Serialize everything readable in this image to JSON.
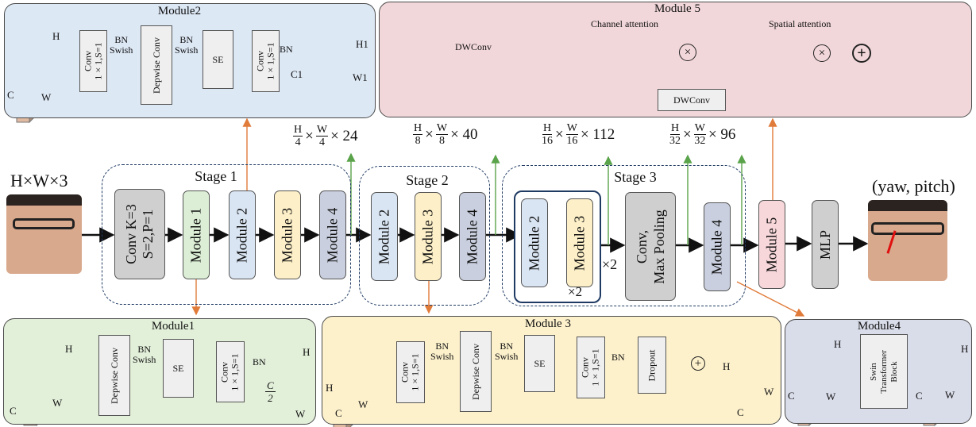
{
  "input_label": "H×W×3",
  "output_label": "(yaw, pitch)",
  "stem": {
    "line1": "Conv K=3",
    "line2": "S=2,P=1"
  },
  "stages": [
    {
      "title": "Stage 1",
      "modules": [
        "Module 1",
        "Module 2",
        "Module 3",
        "Module 4"
      ]
    },
    {
      "title": "Stage 2",
      "modules": [
        "Module 2",
        "Module 3",
        "Module 4"
      ]
    },
    {
      "title": "Stage 3",
      "inner": [
        "Module 2",
        "Module 3"
      ],
      "inner_repeat": "×2",
      "outer_repeat": "×2",
      "pool": {
        "line1": "Conv,",
        "line2": "Max Pooling"
      },
      "last": "Module 4"
    }
  ],
  "module5_label": "Module 5",
  "mlp_label": "MLP",
  "dims": [
    {
      "num1": "H",
      "den1": "4",
      "num2": "W",
      "den2": "4",
      "ch": "24"
    },
    {
      "num1": "H",
      "den1": "8",
      "num2": "W",
      "den2": "8",
      "ch": "40"
    },
    {
      "num1": "H",
      "den1": "16",
      "num2": "W",
      "den2": "16",
      "ch": "112"
    },
    {
      "num1": "H",
      "den1": "32",
      "num2": "W",
      "den2": "32",
      "ch": "96"
    }
  ],
  "times": "×",
  "panel_m2": {
    "title": "Module2",
    "conv1": "Conv\n1 × 1,S=1",
    "bn_swish1": "BN\nSwish",
    "depwise": "Depwise Conv",
    "bn_swish2": "BN\nSwish",
    "se": "SE",
    "conv2": "Conv\n1 × 1,S=1",
    "bn": "BN",
    "in_h": "H",
    "in_c": "C",
    "in_w": "W",
    "out_h": "H1",
    "out_c": "C1",
    "out_w": "W1"
  },
  "panel_m5": {
    "title": "Module  5",
    "dwconv": "DWConv",
    "channel_att": "Channel attention",
    "spatial_att": "Spatial attention",
    "dwconv_bottom": "DWConv",
    "mul": "×",
    "add": "+"
  },
  "panel_m1": {
    "title": "Module1",
    "depwise": "Depwise Conv",
    "bn_swish": "BN\nSwish",
    "se": "SE",
    "conv": "Conv\n1 × 1,S=1",
    "bn": "BN",
    "in_h": "H",
    "in_c": "C",
    "in_w": "W",
    "out_h": "H",
    "out_c_num": "C",
    "out_c_den": "2",
    "out_w": "W"
  },
  "panel_m3": {
    "title": "Module 3",
    "conv1": "Conv\n1 × 1,S=1",
    "bn_swish1": "BN\nSwish",
    "depwise": "Depwise Conv",
    "bn_swish2": "BN\nSwish",
    "se": "SE",
    "conv2": "Conv\n1 × 1,S=1",
    "bn": "BN",
    "dropout": "Dropout",
    "add": "+",
    "in_h": "H",
    "in_c": "C",
    "in_w": "W",
    "out_h": "H",
    "out_c": "C",
    "out_w": "W"
  },
  "panel_m4": {
    "title": "Module4",
    "swin": "Swin\nTransformer\nBlock",
    "in_h": "H",
    "in_c": "C",
    "in_w": "W",
    "out_h": "H",
    "out_c": "C",
    "out_w": "W"
  },
  "colors": {
    "panel_m2": "#dde8f5",
    "panel_m5": "#f2d7da",
    "panel_m1": "#e2efd9",
    "panel_m3": "#fdf1cc",
    "panel_m4": "#d9dce9",
    "module1": "#dcefd6",
    "module2": "#dae5f3",
    "module3": "#fdf0c8",
    "module4": "#c9cfde",
    "module5": "#f7d7da",
    "grey": "#cfcfcf",
    "arrow_orange": "#e07b3a",
    "arrow_green": "#5aa34a"
  }
}
